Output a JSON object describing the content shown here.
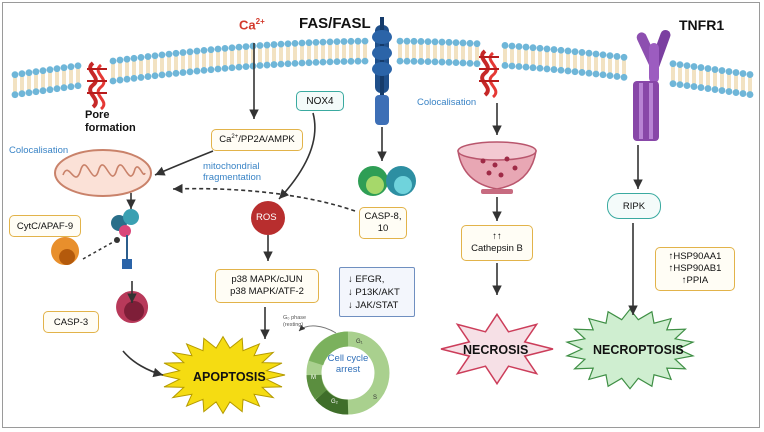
{
  "labels": {
    "calcium": "Ca",
    "calcium_sup": "2+",
    "fas_fasl": "FAS/FASL",
    "tnfr1": "TNFR1",
    "nox4": "NOX4",
    "pore_formation": "Pore formation",
    "colocalisation_left": "Colocalisation",
    "colocalisation_mid": "Colocalisation",
    "mito_frag": "mitochondrial fragmentation",
    "ca_pp2a_prefix": "Ca",
    "ca_pp2a_sup": "2+",
    "ca_pp2a_rest": "/PP2A/AMPK",
    "cytc": "CytC/APAF-9",
    "casp3": "CASP-3",
    "ros": "ROS",
    "p38_line1": "p38 MAPK/cJUN",
    "p38_line2": "p38 MAPK/ATF-2",
    "casp8": "CASP-8, 10",
    "inhib_line1": "↓ EFGR,",
    "inhib_line2": "↓ P13K/AKT",
    "inhib_line3": "↓ JAK/STAT",
    "cathepsin_arrows": "↑↑",
    "cathepsin": "Cathepsin B",
    "ripk": "RIPK",
    "hsp_line1": "↑HSP90AA1",
    "hsp_line2": "↑HSP90AB1",
    "hsp_line3": "↑PPIA",
    "apoptosis": "APOPTOSIS",
    "necrosis": "NECROSIS",
    "necroptosis": "NECROPTOSIS",
    "cell_cycle_arrest": "Cell cycle arrest",
    "g0_phase": "G₀ phase (resting)",
    "phase_g1": "G₁",
    "phase_s": "S",
    "phase_g2": "G₂",
    "phase_m": "M"
  },
  "colors": {
    "membrane_head": "#6fb6d8",
    "membrane_tail": "#f2e2c2",
    "apoptosis_star": "#f5dc12",
    "necrosis_star": "#f6e0e6",
    "necroptosis_star": "#cfeed0",
    "calcium_red": "#d33a2c",
    "colocalisation_blue": "#3a84c6"
  }
}
